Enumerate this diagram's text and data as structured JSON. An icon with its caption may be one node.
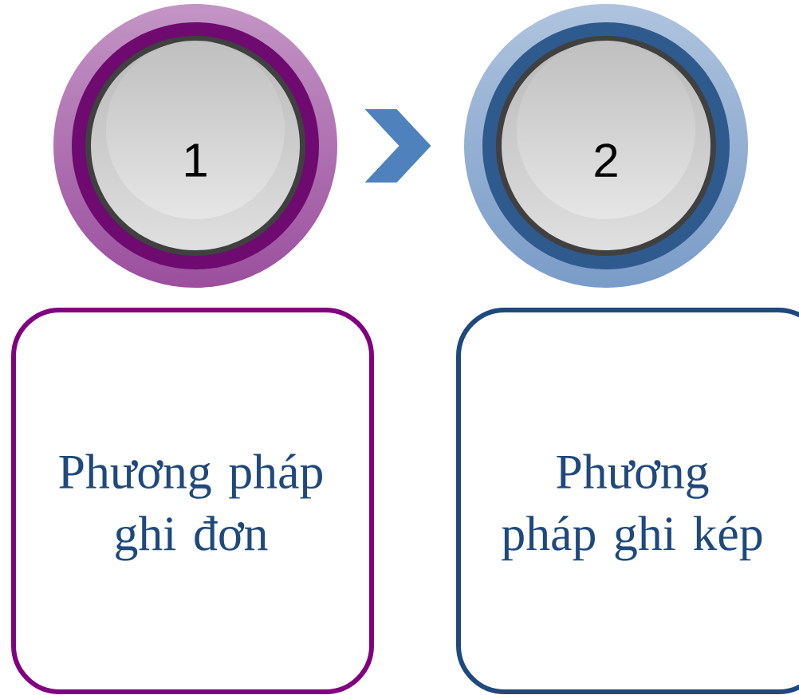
{
  "diagram": {
    "nodes": [
      {
        "text": [
          "1"
        ]
      },
      {
        "text": [
          "2"
        ]
      },
      {
        "text": [
          "Phương pháp ghi đơn"
        ]
      },
      {
        "text": [
          "Phương pháp ghi kép"
        ]
      }
    ],
    "edges": [
      {
        "from": 0,
        "to": 1,
        "arrow": "to"
      }
    ]
  }
}
